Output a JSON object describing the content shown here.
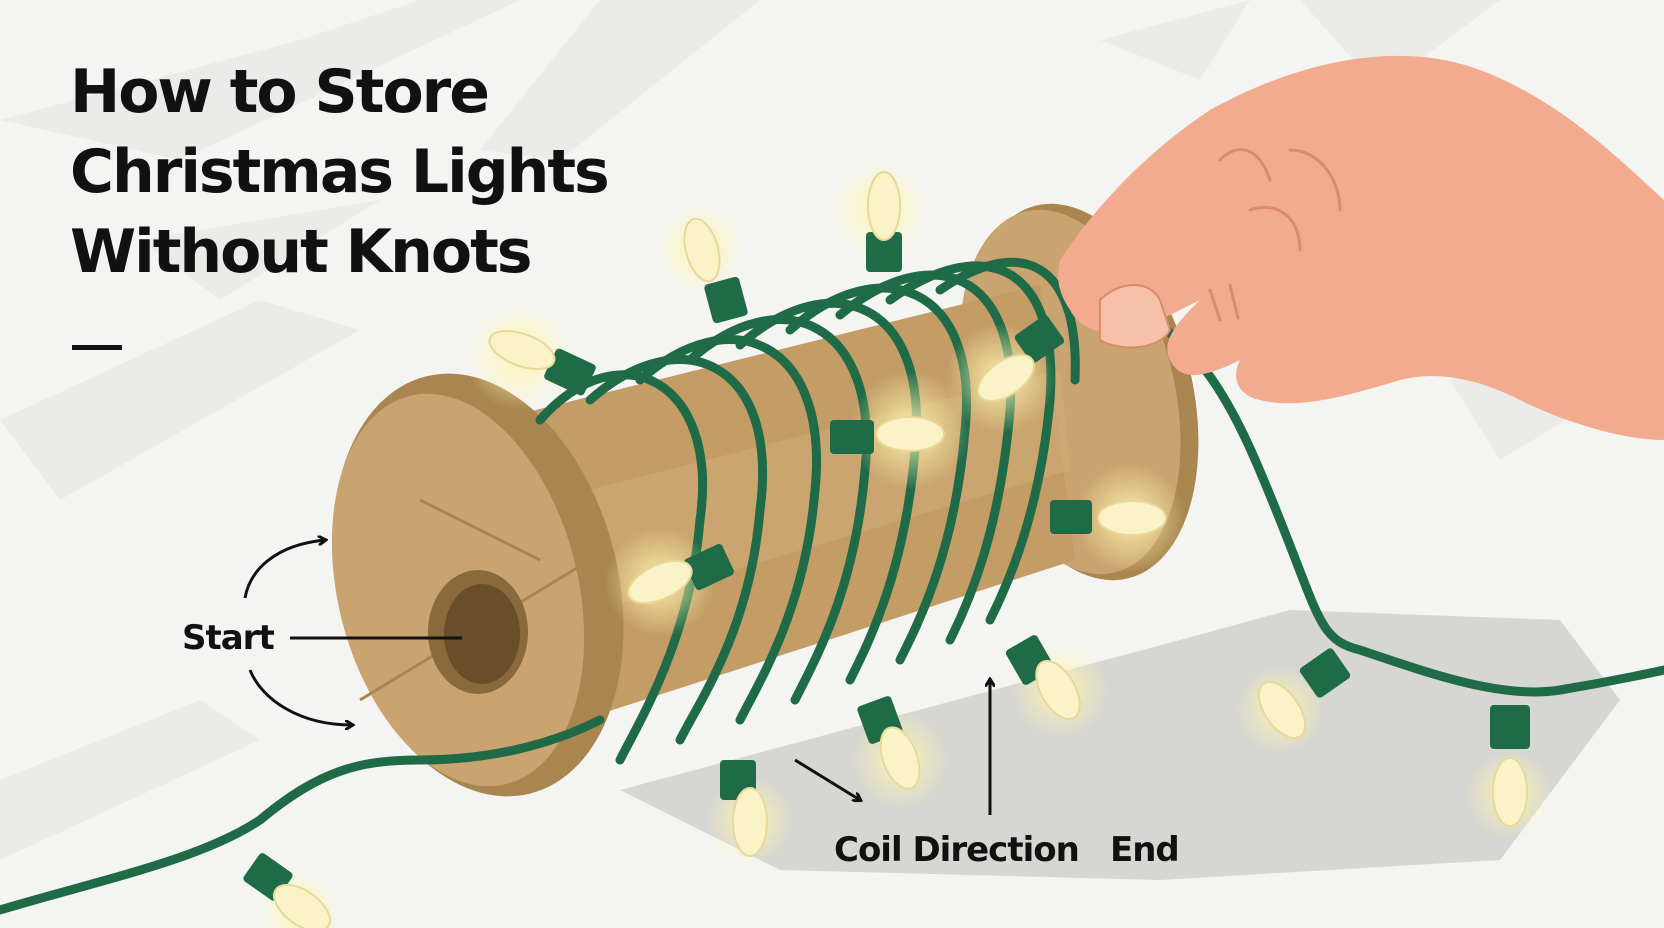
{
  "title": {
    "lines": [
      "How to Store",
      "Christmas Lights",
      "Without Knots"
    ]
  },
  "labels": {
    "start": "Start",
    "coil_direction": "Coil Direction",
    "end": "End"
  },
  "colors": {
    "background": "#f4f4f2",
    "spool": "#c9a470",
    "spool_dark": "#a98650",
    "wire": "#1f6b47",
    "bulb": "#fbf3c8",
    "bulb_glow": "#fff6b0",
    "hand": "#f2ab8e",
    "ink": "#111111"
  },
  "icons": [
    "spool-icon",
    "light-string-icon",
    "hand-icon",
    "arrow-icon"
  ]
}
